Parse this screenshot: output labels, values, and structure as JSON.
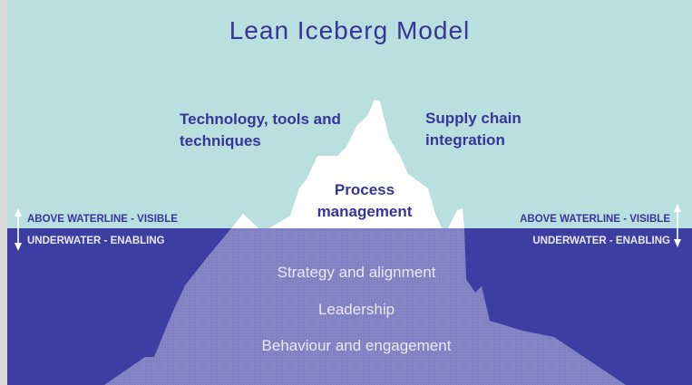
{
  "title": "Lean Iceberg Model",
  "above": {
    "technology": [
      "Technology, tools and",
      "techniques"
    ],
    "supply_chain": [
      "Supply chain",
      "integration"
    ],
    "process": [
      "Process",
      "management"
    ]
  },
  "waterline": {
    "left_above": "ABOVE WATERLINE - VISIBLE",
    "left_below": "UNDERWATER - ENABLING",
    "right_above": "ABOVE WATERLINE - VISIBLE",
    "right_below": "UNDERWATER - ENABLING"
  },
  "underwater": {
    "strategy": "Strategy and alignment",
    "leadership": "Leadership",
    "behaviour": "Behaviour and engagement"
  },
  "colors": {
    "sky": "#b9dfdf",
    "water": "#3e3da2",
    "ice_above": "#ffffff",
    "ice_below": "#807fc2",
    "label_dark": "#36359a",
    "label_light": "#e8e8f4",
    "frame": "#d9d9d9"
  }
}
